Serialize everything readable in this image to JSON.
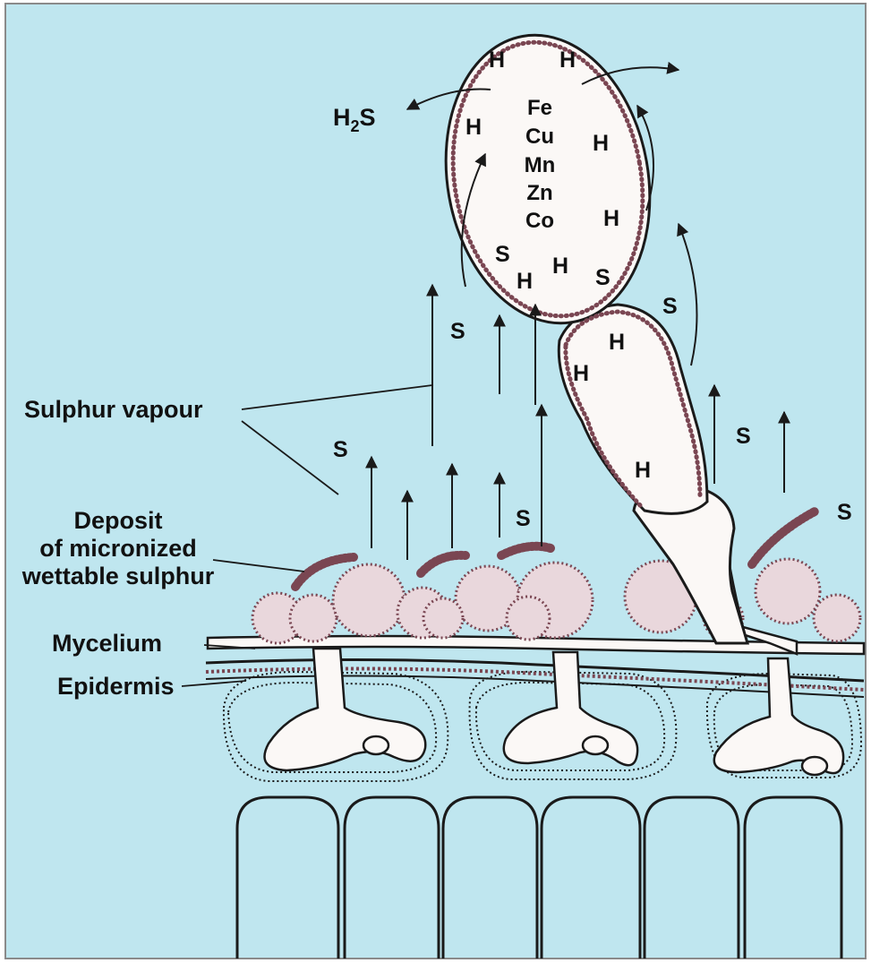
{
  "colors": {
    "background": "#bfe6ef",
    "outline": "#1a1a1a",
    "dots": "#7a4652",
    "cell_fill": "#fbf8f6",
    "border": "#8a8a8a"
  },
  "labels": {
    "sulphur_vapour": "Sulphur vapour",
    "deposit_line1": "Deposit",
    "deposit_line2": "of micronized",
    "deposit_line3": "wettable sulphur",
    "mycelium": "Mycelium",
    "epidermis": "Epidermis"
  },
  "formula": {
    "h": "H",
    "sub": "2",
    "s": "S"
  },
  "elements": [
    "Fe",
    "Cu",
    "Mn",
    "Zn",
    "Co"
  ],
  "symbols": {
    "h": "H",
    "s": "S"
  }
}
